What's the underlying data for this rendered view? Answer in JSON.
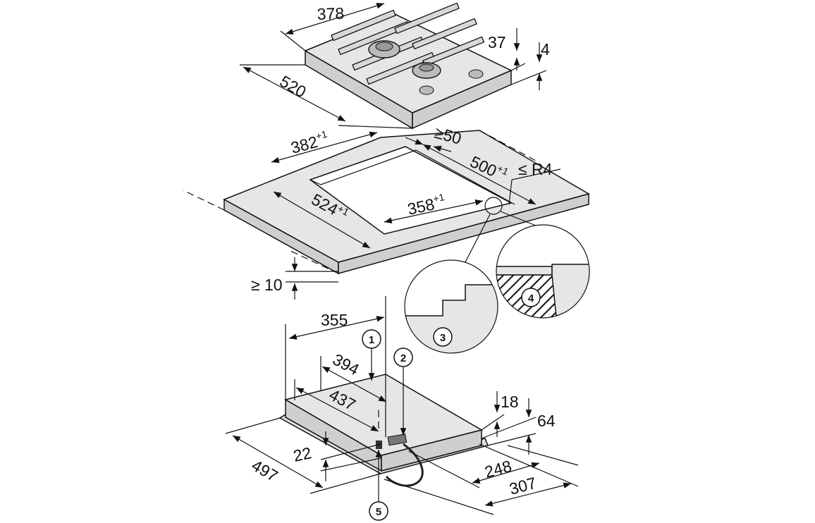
{
  "hob": {
    "width": "378",
    "depth": "520",
    "height_total": "37",
    "height_glass": "4"
  },
  "cutout": {
    "width": "382",
    "width_tol": "+1",
    "min_distance_rear": "≥50",
    "depth": "500",
    "depth_tol": "+1",
    "radius": "≤ R4",
    "outer_depth": "524",
    "outer_depth_tol": "+1",
    "inner_width": "358",
    "inner_width_tol": "+1",
    "min_thickness": "≥ 10"
  },
  "underside": {
    "width_a": "355",
    "width_b": "394",
    "width_c": "437",
    "height_a": "18",
    "height_b": "64",
    "height_c": "22",
    "depth": "497",
    "depth_b": "248",
    "depth_c": "307"
  },
  "callouts": [
    "1",
    "2",
    "3",
    "4",
    "5"
  ]
}
